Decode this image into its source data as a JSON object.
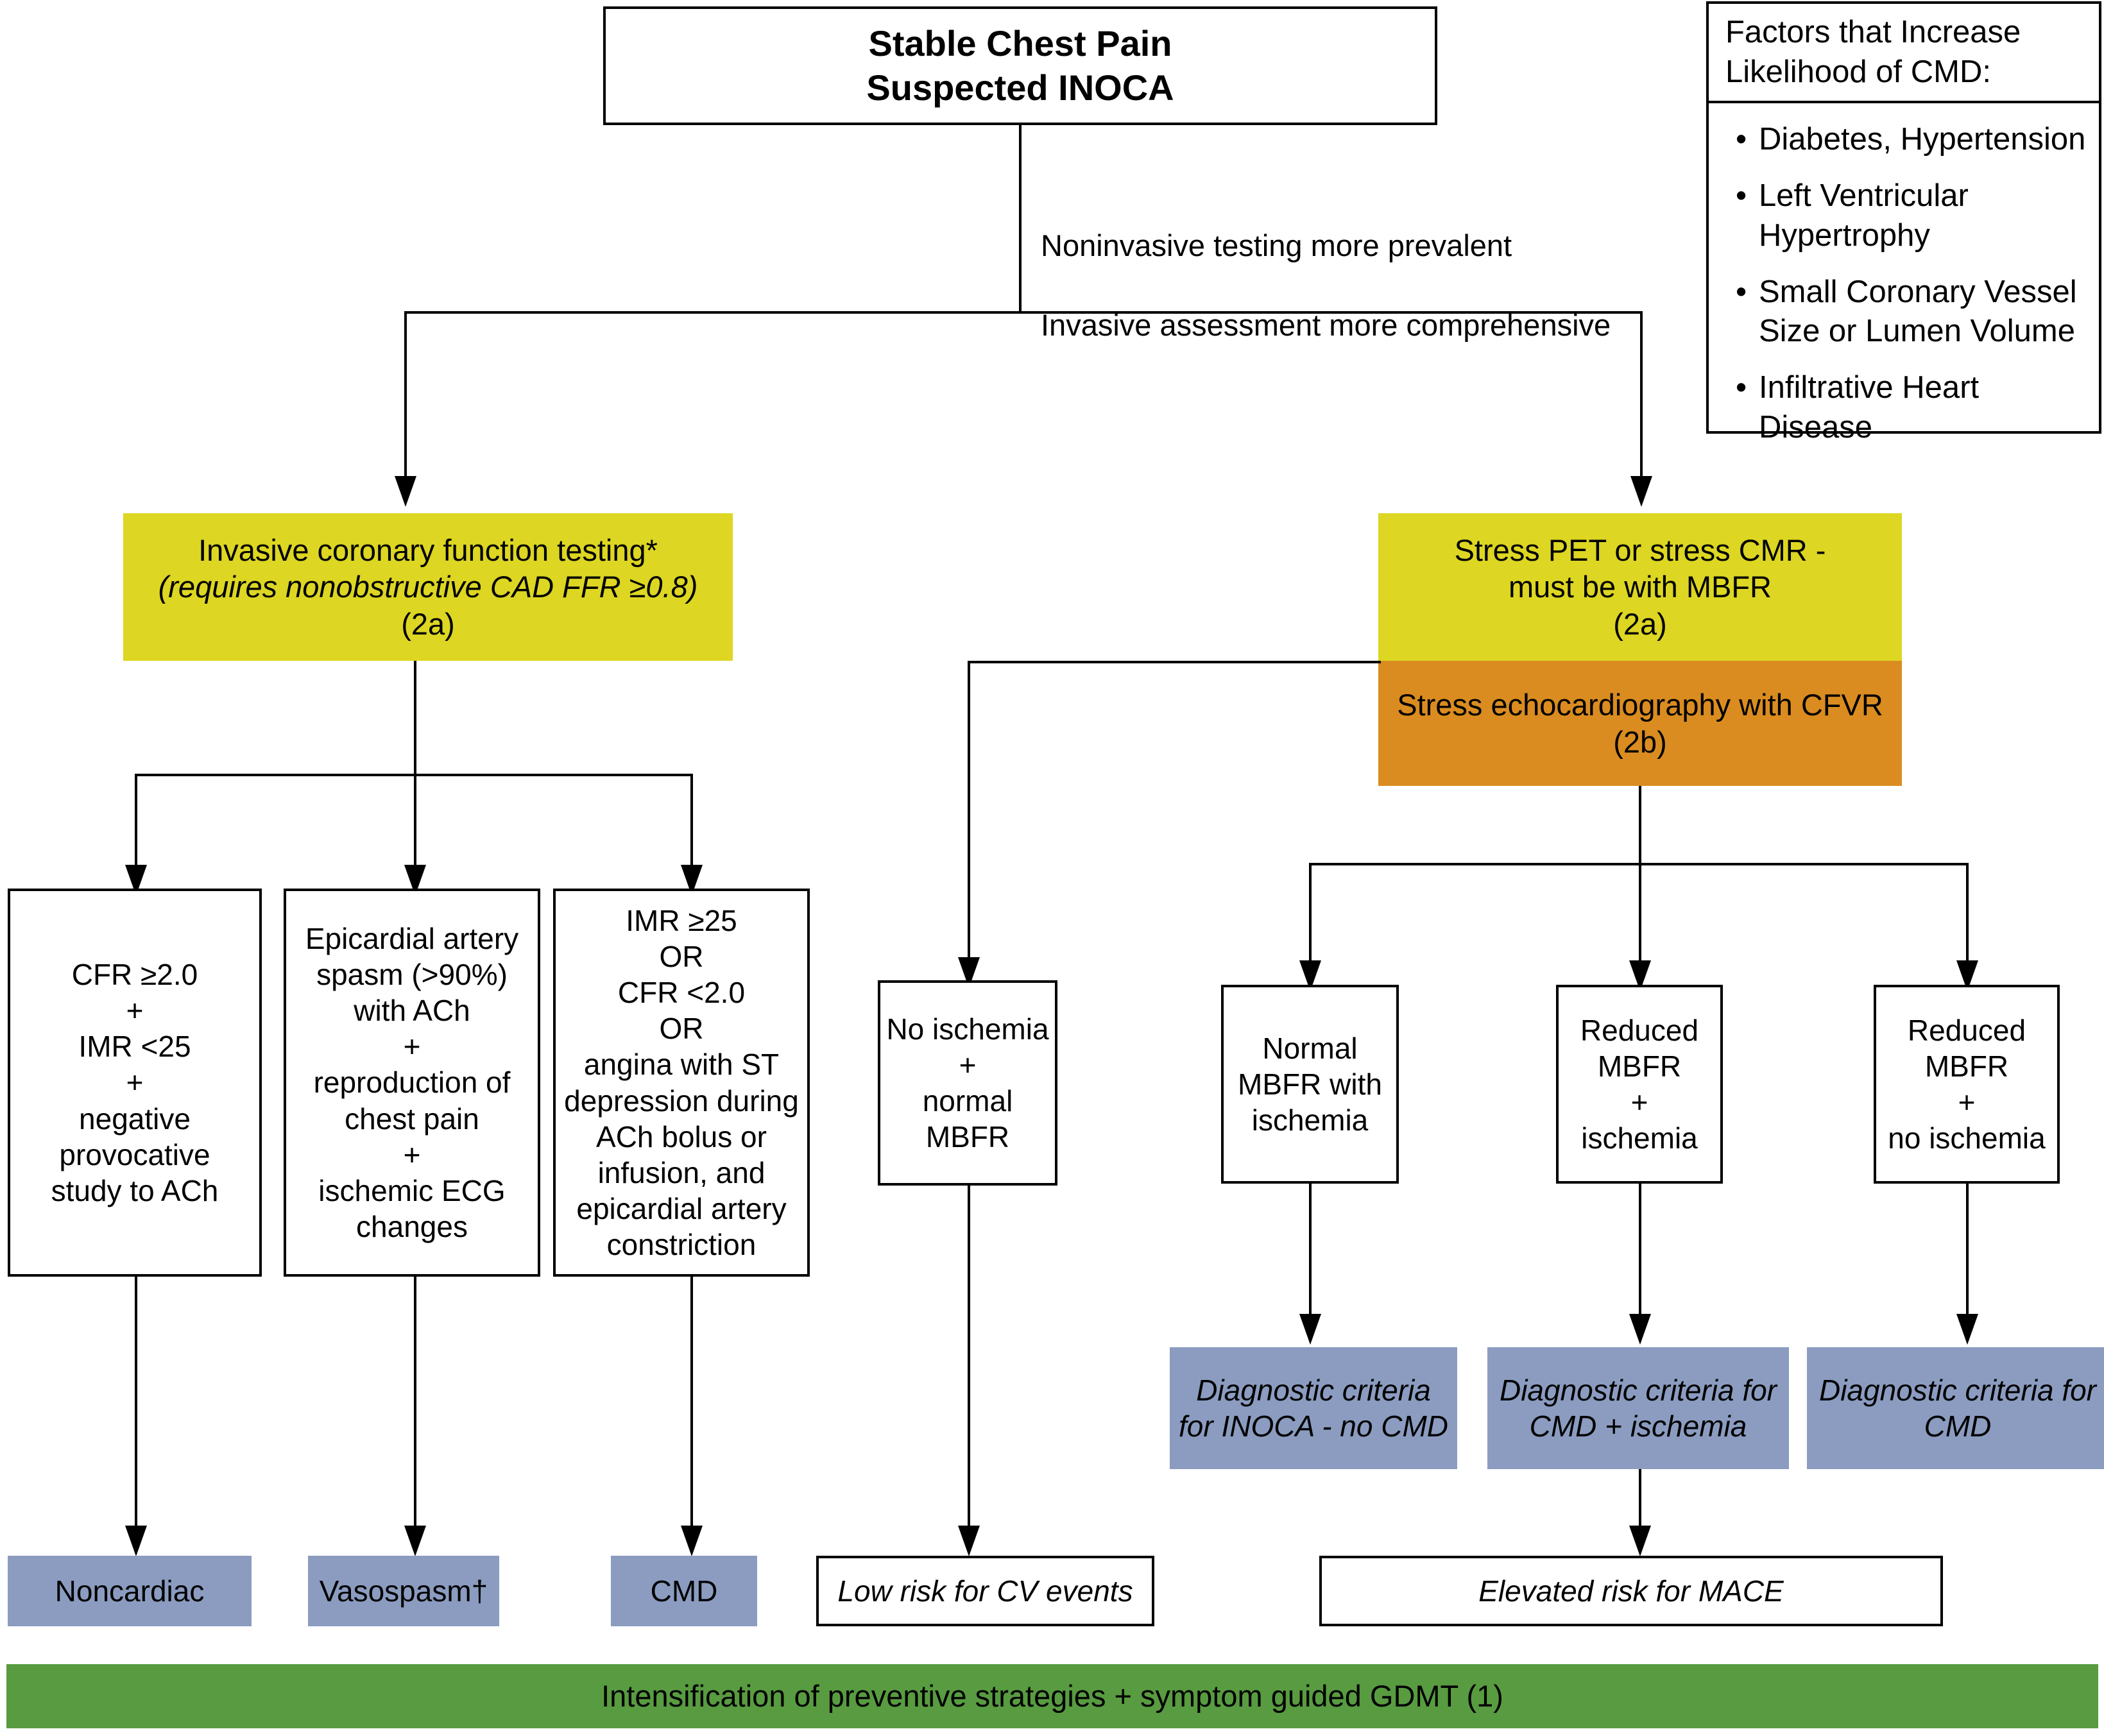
{
  "title_box": {
    "line1": "Stable Chest Pain",
    "line2": "Suspected INOCA"
  },
  "branch_note": {
    "line1": "Noninvasive testing more prevalent",
    "line2": "Invasive assessment more comprehensive"
  },
  "factors_panel": {
    "heading": "Factors that Increase Likelihood of CMD:",
    "bullet_glyph": "•",
    "items": [
      "Diabetes, Hypertension",
      "Left Ventricular Hypertrophy",
      "Small Coronary Vessel Size or Lumen Volume",
      "Infiltrative Heart Disease"
    ]
  },
  "pathways": {
    "invasive": {
      "line1": "Invasive coronary function testing*",
      "line2": "(requires nonobstructive CAD FFR ≥0.8)",
      "line3": "(2a)"
    },
    "stress_pet": {
      "line1": "Stress PET or stress CMR -",
      "line2": "must be with MBFR",
      "line3": "(2a)"
    },
    "stress_echo": {
      "line1": "Stress echocardiography with CFVR",
      "line2": "(2b)"
    }
  },
  "invasive_results": [
    {
      "name": "cfr-normal",
      "text": "CFR ≥2.0\n+\nIMR <25\n+\nnegative provocative study to ACh"
    },
    {
      "name": "epicardial-spasm",
      "text": "Epicardial artery spasm (>90%) with ACh\n+\nreproduction of chest pain\n+\nischemic ECG changes"
    },
    {
      "name": "imr-abnormal",
      "text": "IMR ≥25\nOR\nCFR <2.0\nOR\nangina with ST depression during ACh bolus or infusion, and epicardial artery constriction"
    }
  ],
  "noninvasive_results": [
    {
      "name": "no-ischemia",
      "text": "No ischemia\n+\nnormal MBFR"
    },
    {
      "name": "normal-mbfr-ischemia",
      "text": "Normal MBFR with ischemia"
    },
    {
      "name": "reduced-mbfr-ischemia",
      "text": "Reduced MBFR\n+\nischemia"
    },
    {
      "name": "reduced-mbfr-no-ischemia",
      "text": "Reduced MBFR\n+\nno ischemia"
    }
  ],
  "diagnostic_criteria": [
    {
      "name": "inoca-no-cmd",
      "text": "Diagnostic criteria for INOCA - no CMD"
    },
    {
      "name": "cmd-plus-ischemia",
      "text": "Diagnostic criteria for CMD + ischemia"
    },
    {
      "name": "cmd",
      "text": "Diagnostic criteria for CMD"
    }
  ],
  "outcomes": {
    "noncardiac": "Noncardiac",
    "vasospasm": "Vasospasm†",
    "cmd": "CMD",
    "low_risk": "Low risk for CV events",
    "elevated_risk": "Elevated risk for MACE"
  },
  "footer": {
    "text": "Intensification of preventive strategies + symptom guided GDMT (1)"
  },
  "colors": {
    "yellow": "#ddd622",
    "orange": "#da8c20",
    "blue": "#8b9cc0",
    "green": "#589b40",
    "stroke": "#000000",
    "background": "#ffffff"
  }
}
